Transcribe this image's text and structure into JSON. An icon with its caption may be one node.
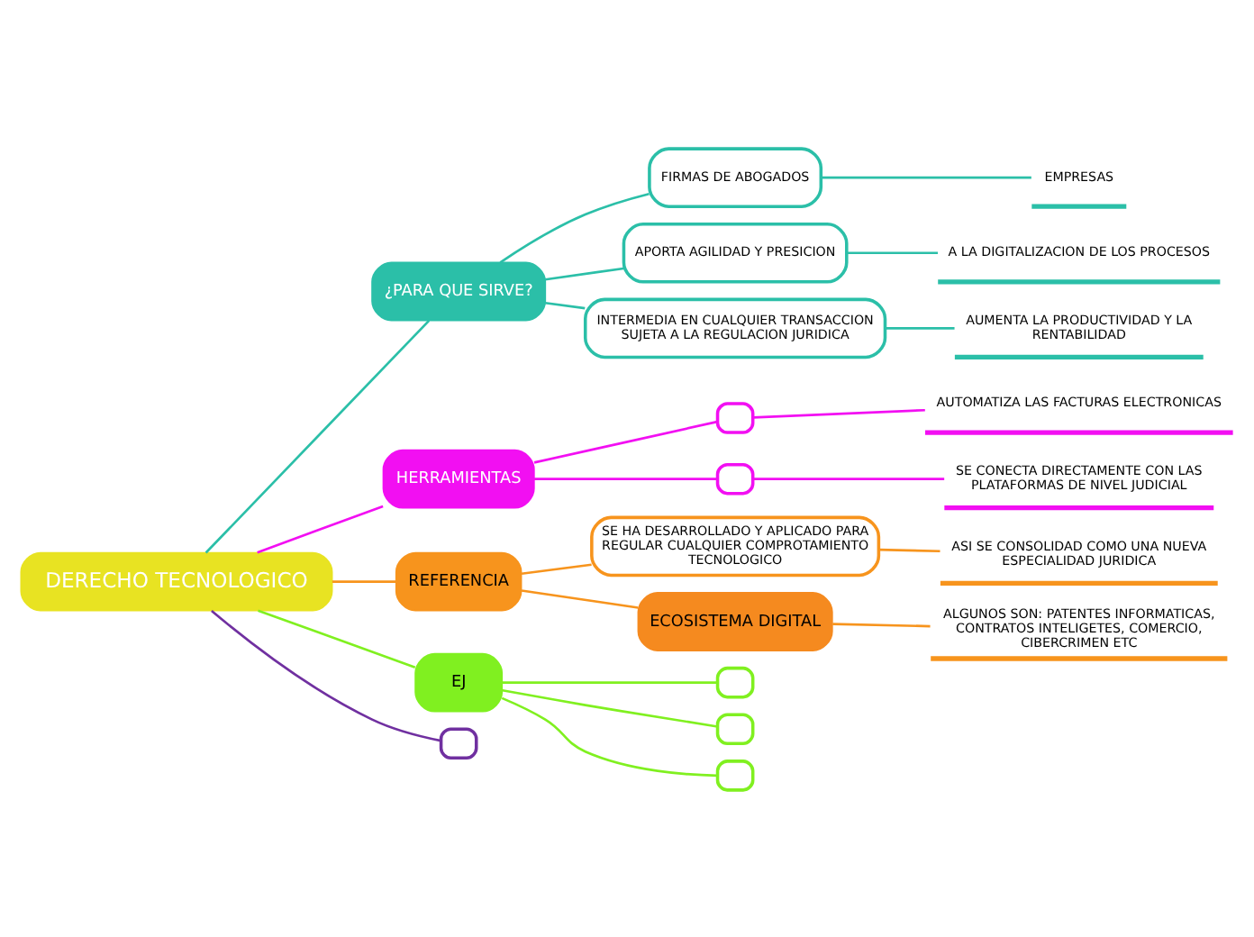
{
  "diagram": {
    "nodes": [
      {
        "text": [
          "DERECHO TECNOLOGICO"
        ]
      },
      {
        "text": [
          "¿PARA QUE SIRVE?"
        ]
      },
      {
        "text": [
          "FIRMAS DE ABOGADOS"
        ]
      },
      {
        "text": [
          "EMPRESAS"
        ]
      },
      {
        "text": [
          "APORTA AGILIDAD Y PRESICION"
        ]
      },
      {
        "text": [
          "A LA DIGITALIZACION DE LOS PROCESOS"
        ]
      },
      {
        "text": [
          "INTERMEDIA EN CUALQUIER TRANSACCION SUJETA A LA REGULACION JURIDICA"
        ]
      },
      {
        "text": [
          "AUMENTA LA PRODUCTIVIDAD Y LA RENTABILIDAD"
        ]
      },
      {
        "text": [
          "HERRAMIENTAS"
        ]
      },
      {
        "text": [],
        "shape": "box"
      },
      {
        "text": [
          "AUTOMATIZA LAS FACTURAS ELECTRONICAS"
        ]
      },
      {
        "text": [],
        "shape": "box"
      },
      {
        "text": [
          "SE CONECTA DIRECTAMENTE CON LAS PLATAFORMAS DE NIVEL JUDICIAL"
        ]
      },
      {
        "text": [
          "REFERENCIA"
        ]
      },
      {
        "text": [
          "SE HA DESARROLLADO Y APLICADO PARA REGULAR CUALQUIER COMPROTAMIENTO TECNOLOGICO"
        ]
      },
      {
        "text": [
          "ASI SE CONSOLIDAD COMO UNA NUEVA ESPECIALIDAD JURIDICA"
        ]
      },
      {
        "text": [
          "ECOSISTEMA DIGITAL"
        ]
      },
      {
        "text": [
          "ALGUNOS SON: PATENTES INFORMATICAS, CONTRATOS INTELIGETES, COMERCIO, CIBERCRIMEN ETC"
        ]
      },
      {
        "text": [
          "EJ"
        ]
      },
      {
        "text": [],
        "shape": "box"
      },
      {
        "text": [],
        "shape": "box"
      },
      {
        "text": [],
        "shape": "box"
      },
      {
        "text": [],
        "shape": "box"
      }
    ],
    "edges": [
      {
        "from": 0,
        "to": 22,
        "arrow": "none",
        "color": "#7030a0"
      },
      {
        "from": 0,
        "to": 1,
        "arrow": "none",
        "color": "#2bbfa8"
      },
      {
        "from": 1,
        "to": 2,
        "arrow": "none",
        "color": "#2bbfa8"
      },
      {
        "from": 2,
        "to": 3,
        "arrow": "none",
        "color": "#2bbfa8"
      },
      {
        "from": 1,
        "to": 4,
        "arrow": "none",
        "color": "#2bbfa8"
      },
      {
        "from": 4,
        "to": 5,
        "arrow": "none",
        "color": "#2bbfa8"
      },
      {
        "from": 1,
        "to": 6,
        "arrow": "none",
        "color": "#2bbfa8"
      },
      {
        "from": 6,
        "to": 7,
        "arrow": "none",
        "color": "#2bbfa8"
      },
      {
        "from": 0,
        "to": 8,
        "arrow": "none",
        "color": "#f20ff2"
      },
      {
        "from": 8,
        "to": 9,
        "arrow": "none",
        "color": "#f20ff2"
      },
      {
        "from": 9,
        "to": 10,
        "arrow": "none",
        "color": "#f20ff2"
      },
      {
        "from": 8,
        "to": 11,
        "arrow": "none",
        "color": "#f20ff2"
      },
      {
        "from": 11,
        "to": 12,
        "arrow": "none",
        "color": "#f20ff2"
      },
      {
        "from": 0,
        "to": 13,
        "arrow": "none",
        "color": "#f7941d"
      },
      {
        "from": 13,
        "to": 14,
        "arrow": "none",
        "color": "#f7941d"
      },
      {
        "from": 14,
        "to": 15,
        "arrow": "none",
        "color": "#f7941d"
      },
      {
        "from": 13,
        "to": 16,
        "arrow": "none",
        "color": "#f7941d"
      },
      {
        "from": 16,
        "to": 17,
        "arrow": "none",
        "color": "#f7941d"
      },
      {
        "from": 0,
        "to": 18,
        "arrow": "none",
        "color": "#80f020"
      },
      {
        "from": 18,
        "to": 19,
        "arrow": "none",
        "color": "#80f020"
      },
      {
        "from": 18,
        "to": 20,
        "arrow": "none",
        "color": "#80f020"
      },
      {
        "from": 18,
        "to": 21,
        "arrow": "none",
        "color": "#80f020"
      }
    ]
  }
}
